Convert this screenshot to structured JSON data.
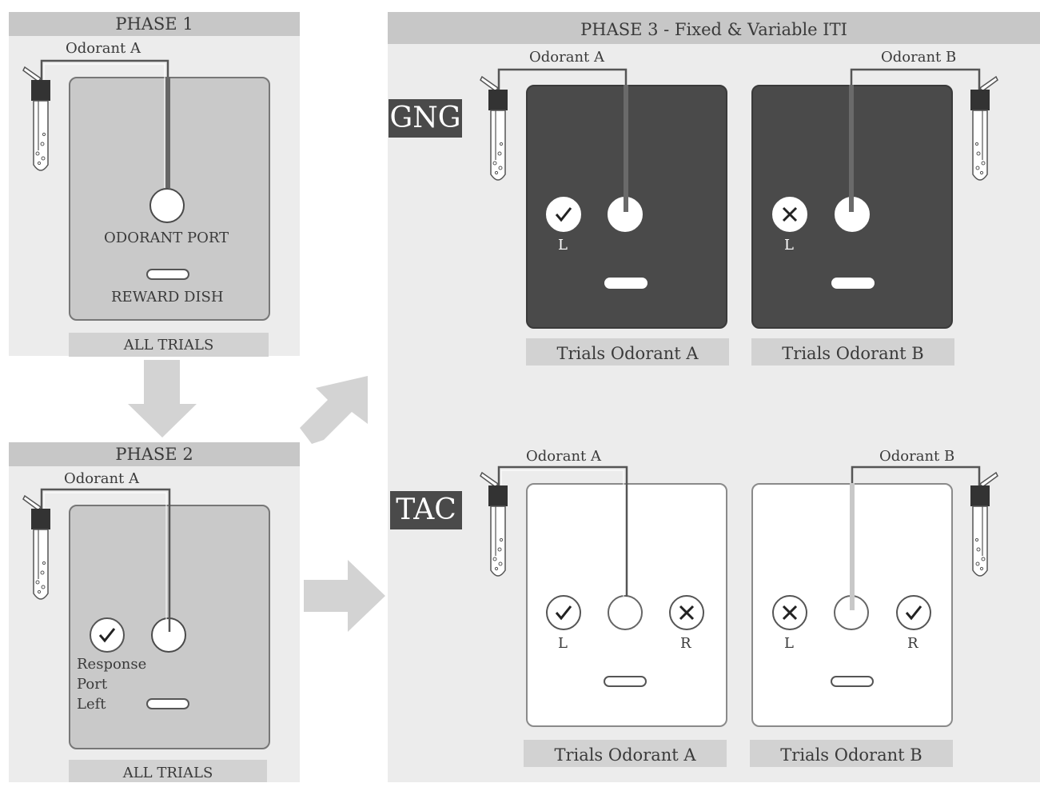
{
  "phase1": {
    "title": "PHASE 1",
    "odorant": "Odorant A",
    "port_label": "ODORANT PORT",
    "dish_label": "REWARD DISH",
    "caption": "ALL TRIALS"
  },
  "phase2": {
    "title": "PHASE 2",
    "odorant": "Odorant A",
    "response_label": [
      "Response",
      "Port",
      "Left"
    ],
    "caption": "ALL TRIALS"
  },
  "phase3": {
    "title": "PHASE 3 - Fixed & Variable ITI",
    "gng": {
      "tag": "GNG",
      "left": {
        "odorant": "Odorant A",
        "response": "L",
        "response_mark": "check",
        "caption": "Trials Odorant A"
      },
      "right": {
        "odorant": "Odorant B",
        "response": "L",
        "response_mark": "cross",
        "caption": "Trials Odorant B"
      }
    },
    "tac": {
      "tag": "TAC",
      "left": {
        "odorant": "Odorant A",
        "left_response": "L",
        "left_mark": "check",
        "right_response": "R",
        "right_mark": "cross",
        "caption": "Trials Odorant A"
      },
      "right": {
        "odorant": "Odorant B",
        "left_response": "L",
        "left_mark": "cross",
        "right_response": "R",
        "right_mark": "check",
        "caption": "Trials Odorant B"
      }
    }
  },
  "colors": {
    "panel": "#ececec",
    "title_bar": "#c7c7c7",
    "dark_chamber": "#4a4a4a",
    "arrow": "#d3d3d3"
  }
}
